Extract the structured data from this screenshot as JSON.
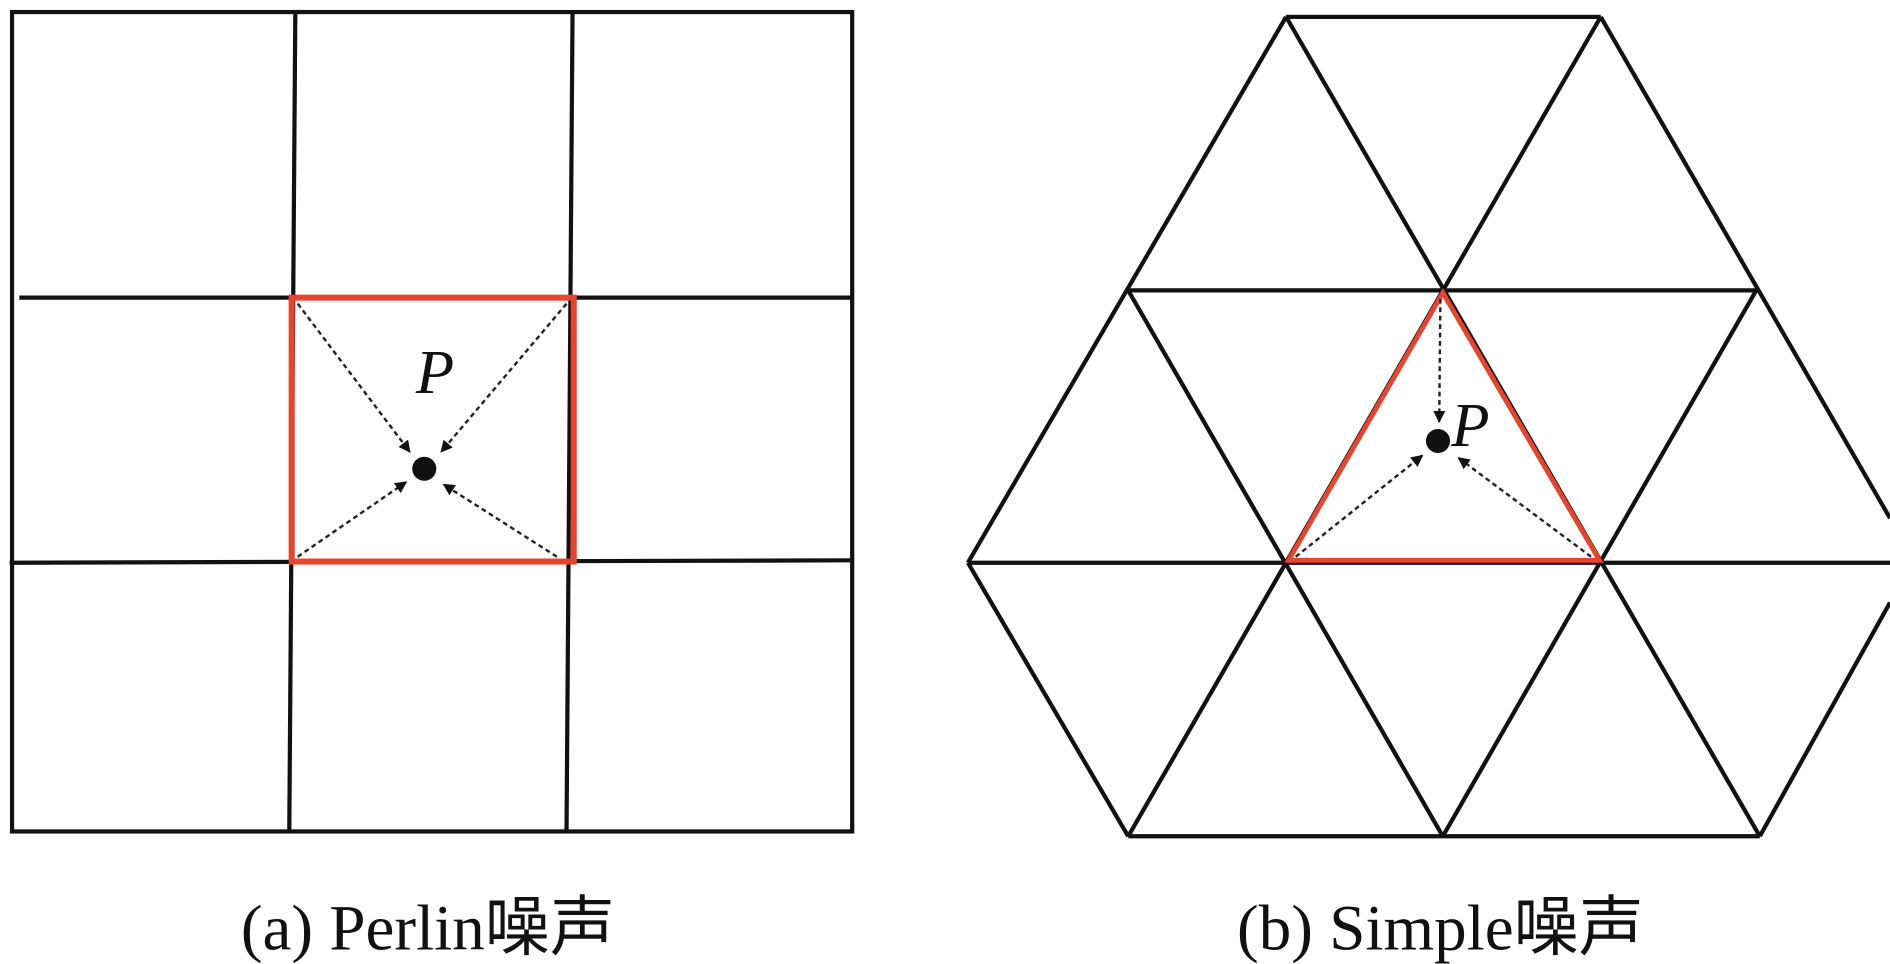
{
  "colors": {
    "line": "#111111",
    "highlight": "#e8432d"
  },
  "panel_a": {
    "point_label": "P",
    "caption": "(a) Perlin噪声"
  },
  "panel_b": {
    "point_label": "P",
    "caption": "(b) Simple噪声"
  }
}
